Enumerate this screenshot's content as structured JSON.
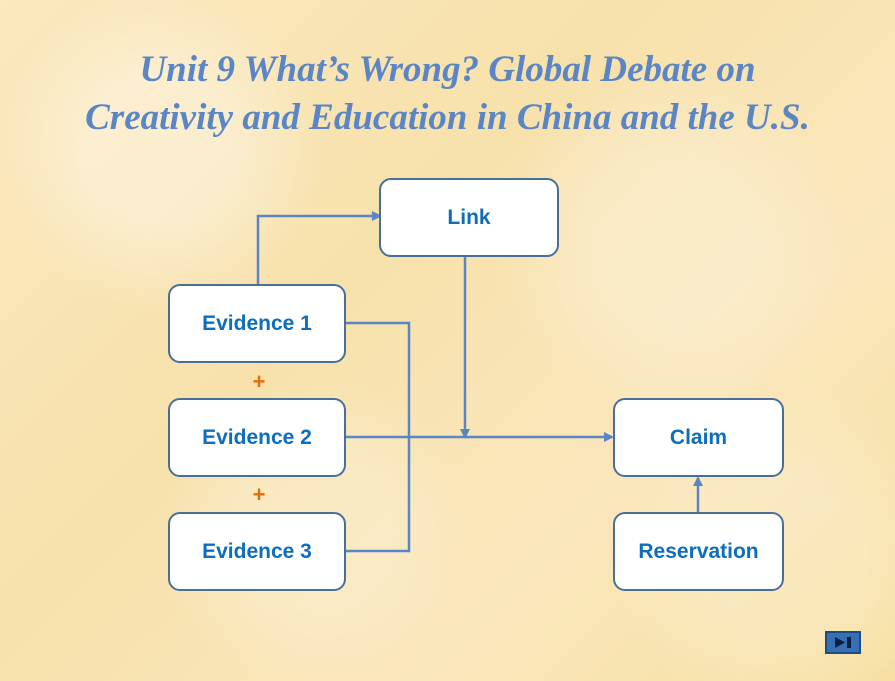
{
  "title": {
    "line1": "Unit 9 What’s Wrong? Global Debate on",
    "line2": "Creativity and Education in China and the U.S."
  },
  "diagram": {
    "nodes": {
      "link": "Link",
      "evidence1": "Evidence 1",
      "evidence2": "Evidence 2",
      "evidence3": "Evidence 3",
      "claim": "Claim",
      "reservation": "Reservation"
    },
    "operators": {
      "plus1": "+",
      "plus2": "+"
    }
  },
  "colors": {
    "title": "#5b86c5",
    "node_text": "#0d6ebd",
    "node_border": "#496f98",
    "connector": "#5b86c5",
    "operator": "#e46c0a",
    "nav_button": "#376fb5"
  },
  "icons": {
    "nav": "next-slide-icon"
  }
}
